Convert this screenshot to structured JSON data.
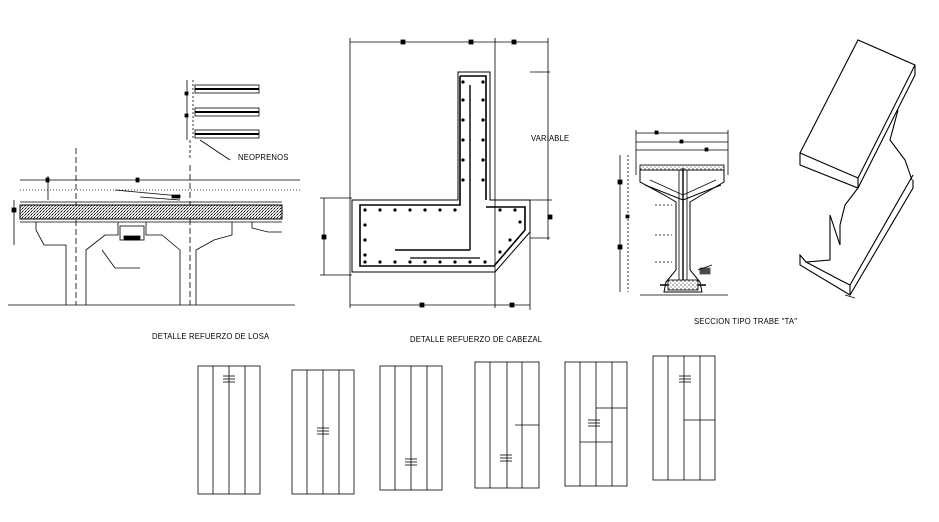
{
  "labels": {
    "neoprenos": "NEOPRENOS",
    "variable": "VARIABLE",
    "detalle_losa": "DETALLE REFUERZO DE LOSA",
    "detalle_cabezal": "DETALLE REFUERZO DE CABEZAL",
    "seccion_trabe": "SECCION TIPO TRABE \"TA\""
  },
  "colors": {
    "line": "#000000",
    "background": "#ffffff"
  }
}
